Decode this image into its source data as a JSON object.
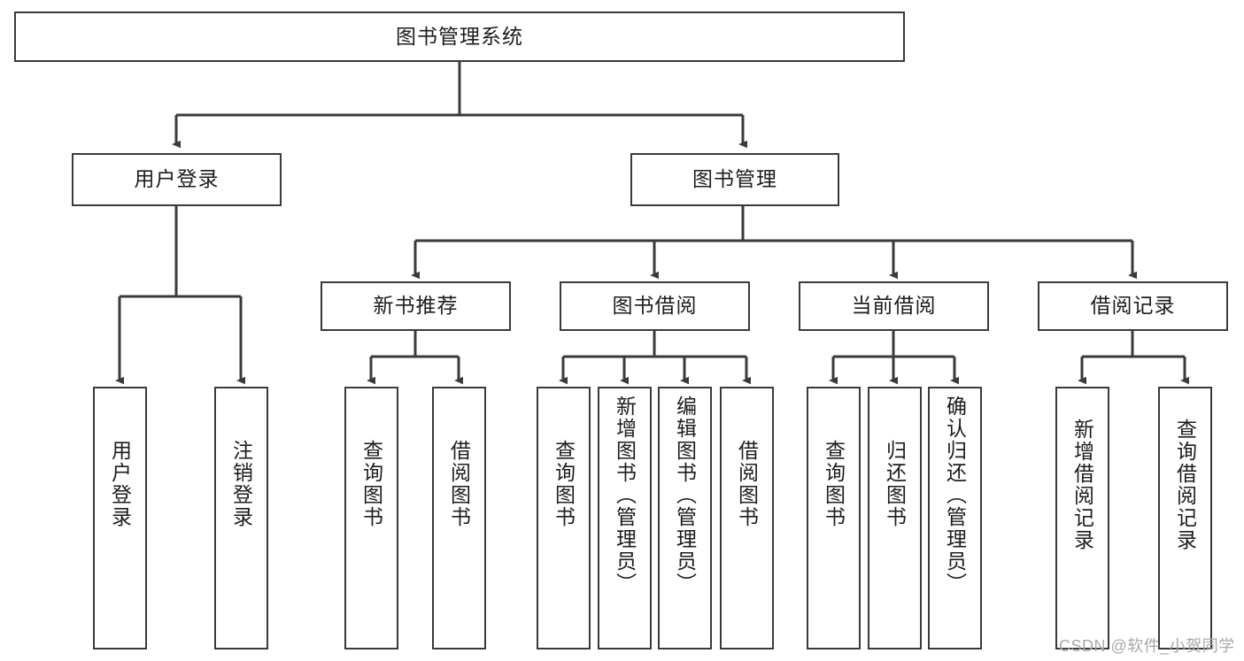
{
  "diagram": {
    "title": "图书管理系统",
    "type": "功能结构图",
    "watermark": "CSDN @软件_小贺同学",
    "colors": {
      "border": "#3a3a3a",
      "background": "#ffffff",
      "text": "#1d1d1d",
      "edge": "#3a3a3a",
      "watermark": "#a9a9a9"
    }
  },
  "nodes": {
    "root": {
      "label": "图书管理系统"
    },
    "level2": [
      {
        "id": "user-login",
        "label": "用户登录"
      },
      {
        "id": "book-manage",
        "label": "图书管理"
      }
    ],
    "level3": [
      {
        "id": "new-book-recommend",
        "label": "新书推荐"
      },
      {
        "id": "book-borrow",
        "label": "图书借阅"
      },
      {
        "id": "current-borrow",
        "label": "当前借阅"
      },
      {
        "id": "borrow-record",
        "label": "借阅记录"
      }
    ],
    "leaves": {
      "user_login": [
        {
          "id": "leaf-user-login",
          "label": "用户登录"
        },
        {
          "id": "leaf-logout-login",
          "label": "注销登录"
        }
      ],
      "new_book_recommend": [
        {
          "id": "leaf-query-book-1",
          "label": "查询图书"
        },
        {
          "id": "leaf-borrow-book-1",
          "label": "借阅图书"
        }
      ],
      "book_borrow": [
        {
          "id": "leaf-query-book-2",
          "label": "查询图书"
        },
        {
          "id": "leaf-add-book",
          "label": "新增图书（管理员）"
        },
        {
          "id": "leaf-edit-book",
          "label": "编辑图书（管理员）"
        },
        {
          "id": "leaf-borrow-book-2",
          "label": "借阅图书"
        }
      ],
      "current_borrow": [
        {
          "id": "leaf-query-book-3",
          "label": "查询图书"
        },
        {
          "id": "leaf-return-book",
          "label": "归还图书"
        },
        {
          "id": "leaf-confirm-return",
          "label": "确认归还（管理员）"
        }
      ],
      "borrow_record": [
        {
          "id": "leaf-add-record",
          "label": "新增借阅记录"
        },
        {
          "id": "leaf-query-record",
          "label": "查询借阅记录"
        }
      ]
    }
  }
}
